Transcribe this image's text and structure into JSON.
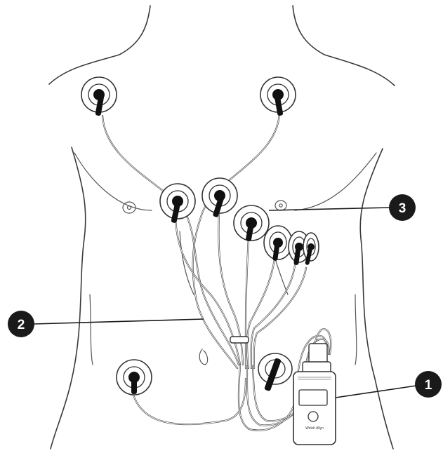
{
  "callouts": [
    {
      "id": "1",
      "label": "1"
    },
    {
      "id": "2",
      "label": "2"
    },
    {
      "id": "3",
      "label": "3"
    }
  ],
  "device": {
    "brand_text": "Welch Allyn"
  },
  "colors": {
    "line": "#333333",
    "callout": "#1a1a1a",
    "background": "#ffffff"
  },
  "icons": [
    "electrode-pad",
    "ecg-recorder-device",
    "lead-wire-bundle",
    "callout-marker"
  ]
}
